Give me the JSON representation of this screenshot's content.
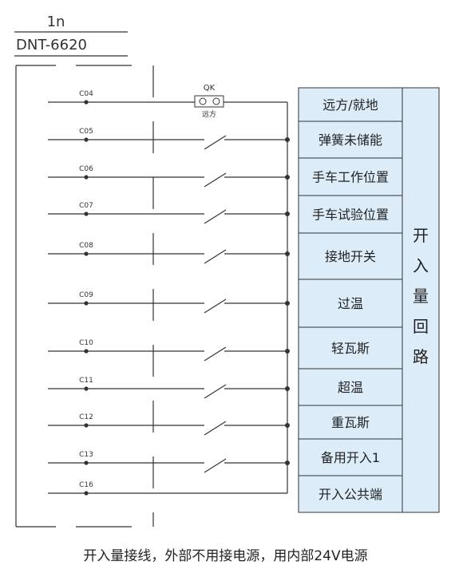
{
  "header": {
    "unit": "1n",
    "device": "DNT-6620"
  },
  "terminals": [
    {
      "id": "C04",
      "label": "远方/就地"
    },
    {
      "id": "C05",
      "label": "弹簧未储能"
    },
    {
      "id": "C06",
      "label": "手车工作位置"
    },
    {
      "id": "C07",
      "label": "手车试验位置"
    },
    {
      "id": "C08",
      "label": "接地开关"
    },
    {
      "id": "C09",
      "label": "过温"
    },
    {
      "id": "C10",
      "label": "轻瓦斯"
    },
    {
      "id": "C11",
      "label": "超温"
    },
    {
      "id": "C12",
      "label": "重瓦斯"
    },
    {
      "id": "C13",
      "label": "备用开入1"
    },
    {
      "id": "C16",
      "label": "开入公共端"
    }
  ],
  "switch": {
    "name": "QK",
    "sub_label": "远方"
  },
  "group_label": "开入量回路",
  "caption": "开入量接线，外部不用接电源，用内部24V电源",
  "colors": {
    "line": "#333333",
    "box_fill": "#dcecf8",
    "box_stroke": "#333333"
  }
}
